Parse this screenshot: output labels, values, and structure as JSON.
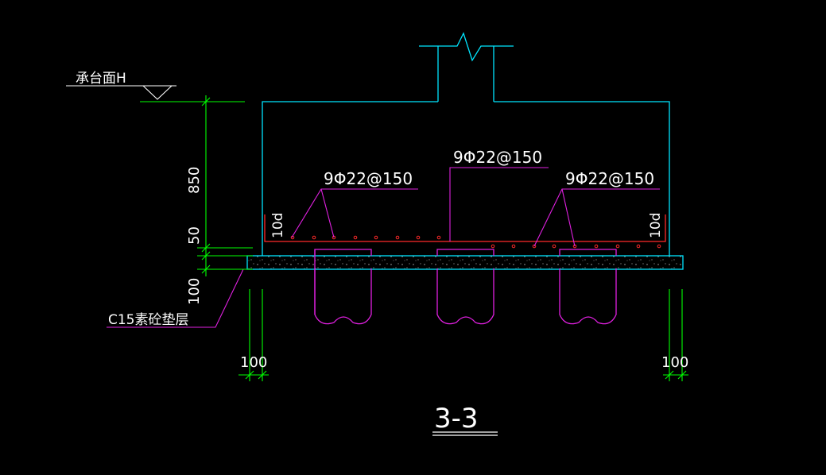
{
  "labels": {
    "cap_top": "承台面H",
    "rebar_left": "9Φ22@150",
    "rebar_mid": "9Φ22@150",
    "rebar_right": "9Φ22@150",
    "anchor_left": "10d",
    "anchor_right": "10d",
    "cushion": "C15素砼垫层",
    "section_title": "3-3"
  },
  "dimensions": {
    "cap_height": "850",
    "cover": "50",
    "cushion_thickness": "100",
    "offset_left": "100",
    "offset_right": "100"
  },
  "colors": {
    "background": "#000000",
    "concrete_outline": "#00e5ff",
    "rebar": "#ff2a2a",
    "pile": "#e020e0",
    "dimension": "#00ff00",
    "text": "#ffffff"
  }
}
